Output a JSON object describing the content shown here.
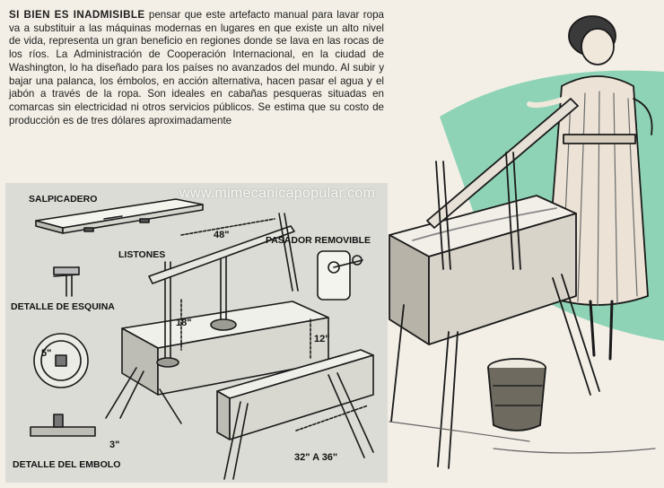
{
  "article": {
    "lead": "SI BIEN ES INADMISIBLE",
    "body": "pensar que este artefacto manual para lavar ropa va a substituir a las máquinas modernas en lugares en que existe un alto nivel de vida, representa un gran beneficio en regiones donde se lava en las rocas de los ríos. La Administración de Cooperación Internacional, en la ciudad de Washington, lo ha diseñado para los países no avanzados del mundo. Al subir y bajar una palanca, los émbolos, en acción alternativa, hacen pasar el agua y el jabón a través de la ropa. Son ideales en cabañas pesqueras situadas en comarcas sin electricidad ni otros servicios públicos. Se estima que su costo de producción es de tres dólares aproximadamente"
  },
  "watermark": "www.mimecanicapopular.com",
  "diagram": {
    "labels": {
      "salpicadero": "SALPICADERO",
      "listones": "LISTONES",
      "pasador": "PASADOR REMOVIBLE",
      "esquina": "DETALLE DE ESQUINA",
      "embolo": "DETALLE DEL EMBOLO"
    },
    "dimensions": {
      "lever": "48\"",
      "height": "18\"",
      "leg": "12\"",
      "diameter": "5\"",
      "plunger": "3\"",
      "length": "32\" A 36\""
    }
  },
  "colors": {
    "paper": "#f3efe6",
    "diagram_bg": "#dcdcd6",
    "accent_green": "#8fd3b6"
  }
}
